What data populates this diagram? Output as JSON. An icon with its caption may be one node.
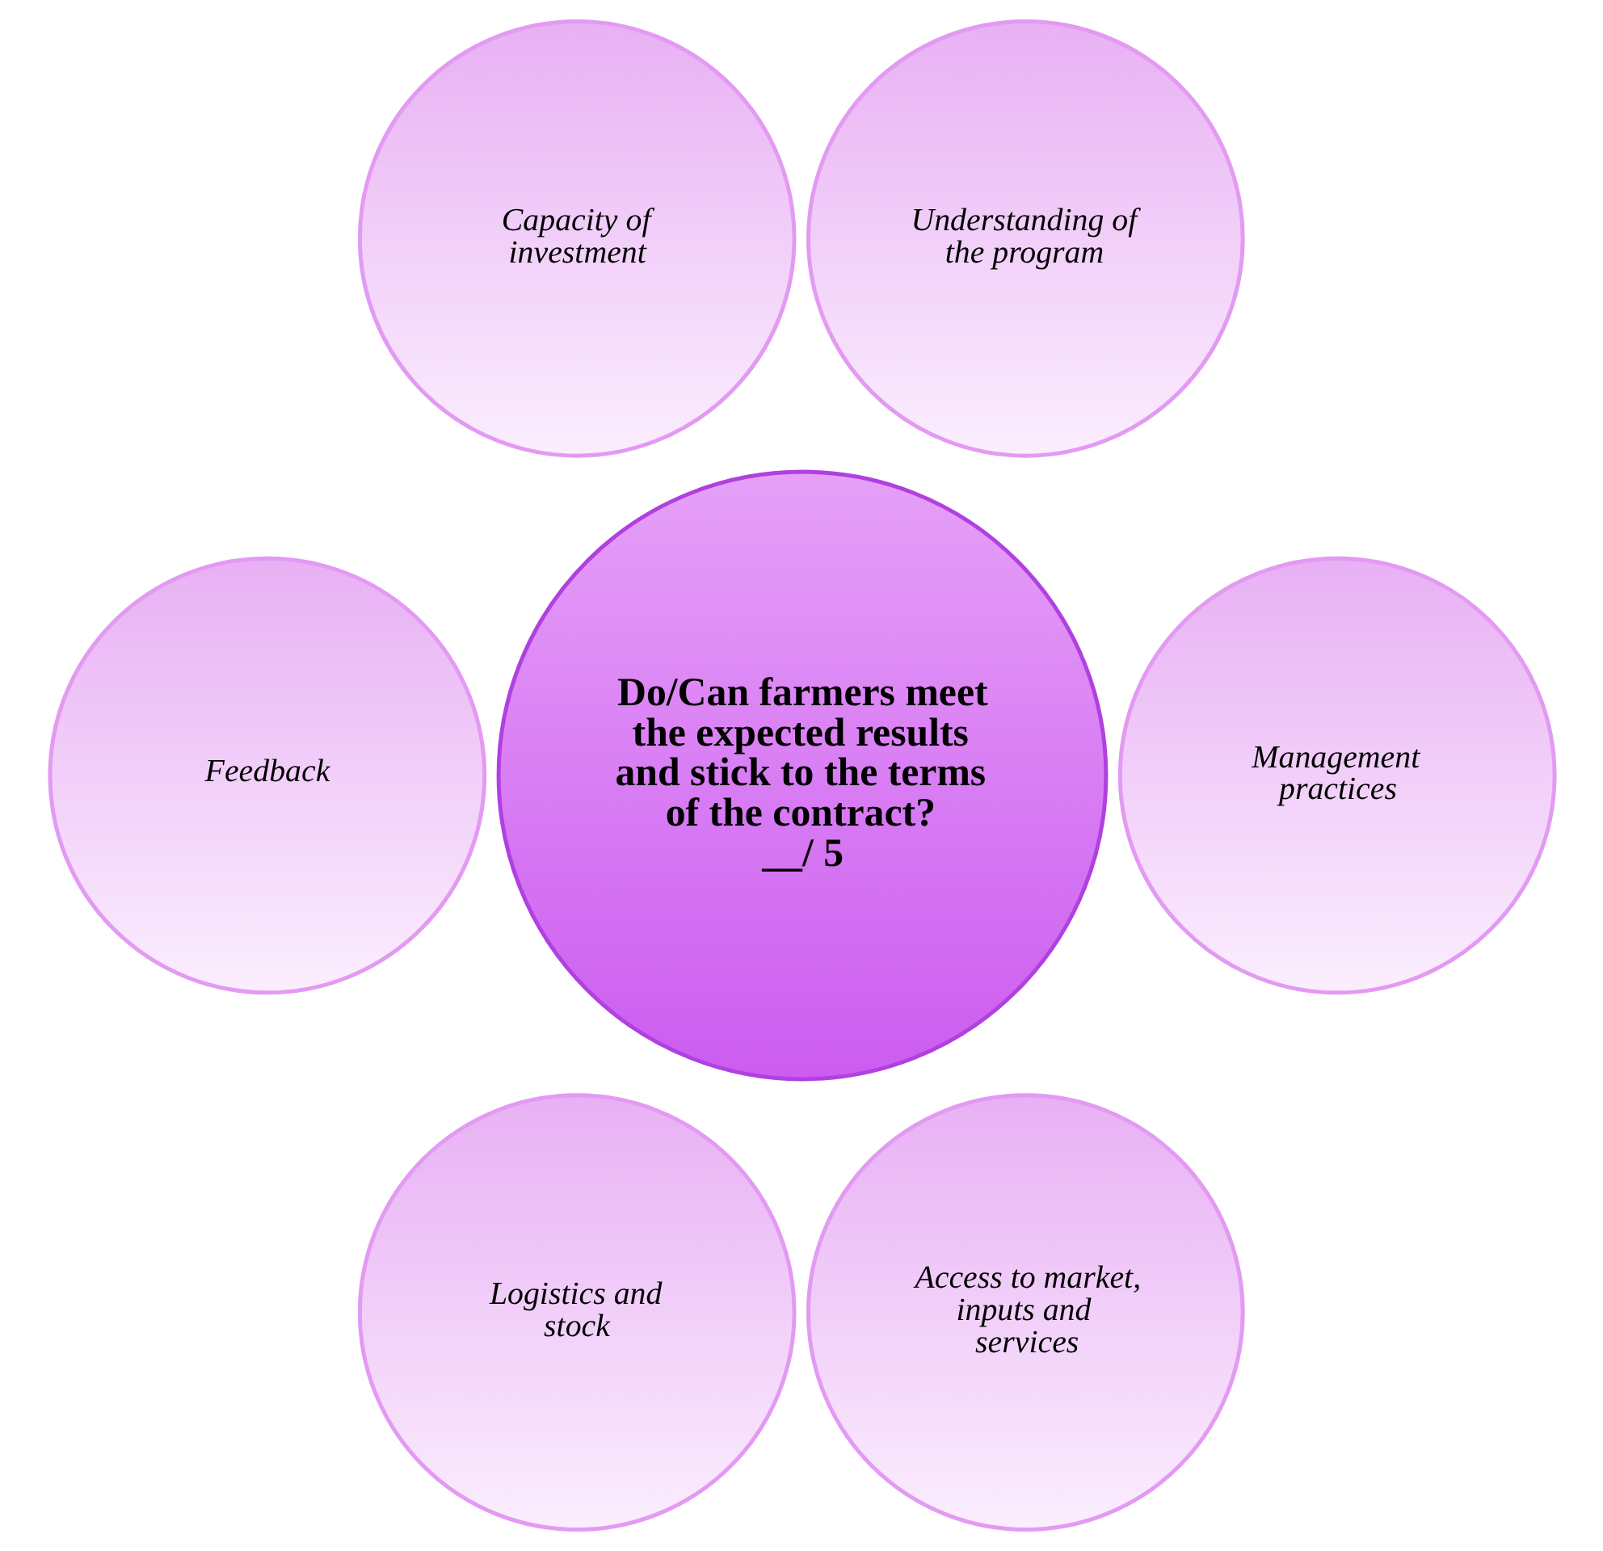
{
  "diagram": {
    "nodes": [
      {
        "text": [
          "Do/Can farmers meet the expected results and stick to the terms of the contract?",
          "__/ 5"
        ]
      },
      {
        "text": [
          "Capacity of investment"
        ]
      },
      {
        "text": [
          "Understanding of the program"
        ]
      },
      {
        "text": [
          "Management practices"
        ]
      },
      {
        "text": [
          "Access to market, inputs and services"
        ]
      },
      {
        "text": [
          "Logistics and stock"
        ]
      },
      {
        "text": [
          "Feedback"
        ]
      }
    ]
  }
}
